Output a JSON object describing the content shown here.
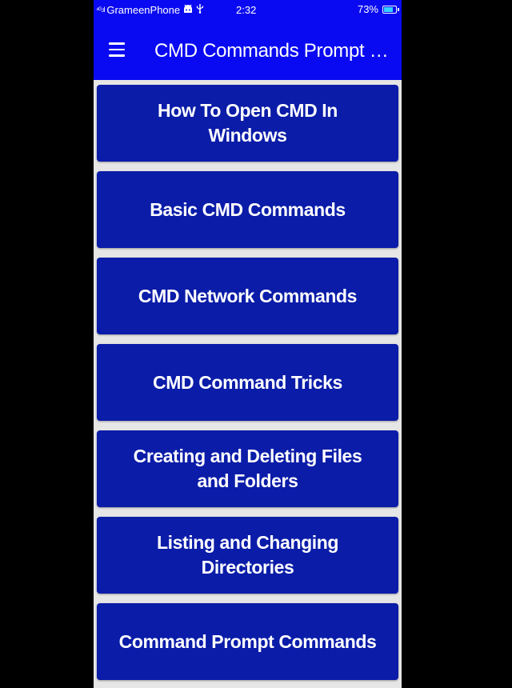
{
  "status_bar": {
    "signal": "⁴ᴳ.ıl",
    "carrier": "GrameenPhone",
    "time": "2:32",
    "battery": "73%"
  },
  "app_bar": {
    "title": "CMD Commands Prompt G..."
  },
  "menu_items": [
    {
      "label": "How To Open CMD In Windows"
    },
    {
      "label": "Basic CMD Commands"
    },
    {
      "label": "CMD Network Commands"
    },
    {
      "label": "CMD Command Tricks"
    },
    {
      "label": "Creating and Deleting Files and Folders"
    },
    {
      "label": "Listing and Changing Directories"
    },
    {
      "label": "Command Prompt Commands"
    }
  ],
  "colors": {
    "app_bar": "#0a0af2",
    "card": "#0a1ca8",
    "background": "#e6e6e6"
  }
}
